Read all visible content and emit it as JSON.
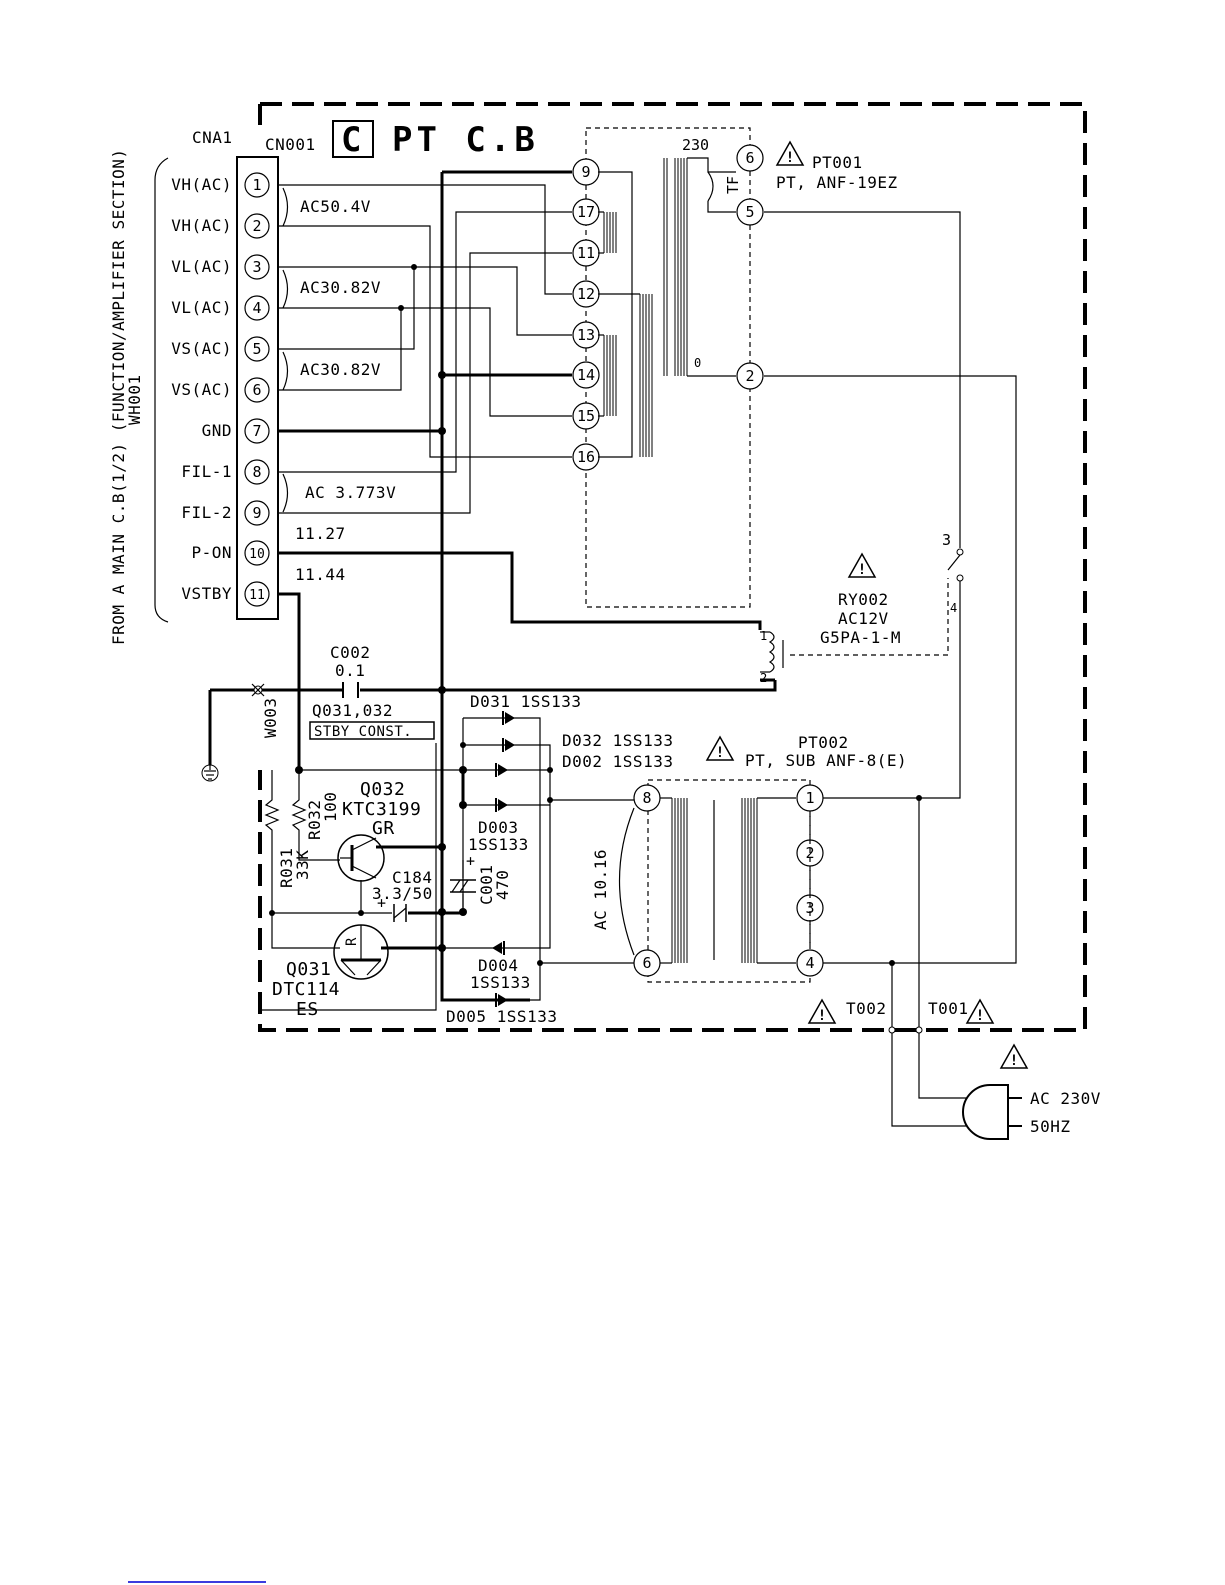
{
  "board": {
    "letter": "C",
    "title": "PT C.B",
    "connector": "CN001"
  },
  "source": {
    "text": "FROM A MAIN C.B(1/2) (FUNCTION/AMPLIFIER SECTION)",
    "wire": "WH001"
  },
  "cna1": {
    "name": "CNA1",
    "pins": [
      {
        "num": "1",
        "label": "VH(AC)"
      },
      {
        "num": "2",
        "label": "VH(AC)"
      },
      {
        "num": "3",
        "label": "VL(AC)"
      },
      {
        "num": "4",
        "label": "VL(AC)"
      },
      {
        "num": "5",
        "label": "VS(AC)"
      },
      {
        "num": "6",
        "label": "VS(AC)"
      },
      {
        "num": "7",
        "label": "GND"
      },
      {
        "num": "8",
        "label": "FIL-1"
      },
      {
        "num": "9",
        "label": "FIL-2"
      },
      {
        "num": "10",
        "label": "P-ON"
      },
      {
        "num": "11",
        "label": "VSTBY"
      }
    ]
  },
  "voltages": {
    "v1": "AC50.4V",
    "v2": "AC30.82V",
    "v3": "AC30.82V",
    "v4": "AC 3.773V",
    "pon": "11.27",
    "vstby": "11.44",
    "pt002": "AC 10.16"
  },
  "pt001": {
    "ref": "PT001",
    "part": "PT, ANF-19EZ",
    "tf": "TF",
    "tap_230": "230",
    "tap_0": "0",
    "primary_pins": [
      "6",
      "5",
      "2"
    ],
    "secondary_pins": [
      "9",
      "17",
      "11",
      "12",
      "13",
      "14",
      "15",
      "16"
    ]
  },
  "ry002": {
    "ref": "RY002",
    "rating": "AC12V",
    "part": "G5PA-1-M",
    "coil_1": "1",
    "coil_2": "2",
    "sw_3": "3",
    "sw_4": "4"
  },
  "c002": {
    "ref": "C002",
    "value": "0.1"
  },
  "stby": {
    "refs": "Q031,032",
    "label": "STBY CONST."
  },
  "w003": "W003",
  "diodes": {
    "d031": "D031 1SS133",
    "d032": "D032 1SS133",
    "d002": "D002 1SS133",
    "d003a": "D003",
    "d003b": "1SS133",
    "d004a": "D004",
    "d004b": "1SS133",
    "d005": "D005 1SS133"
  },
  "q032": {
    "ref": "Q032",
    "part": "KTC3199",
    "rank": "GR"
  },
  "q031": {
    "ref": "Q031",
    "part": "DTC114",
    "rank": "ES",
    "mark": "R"
  },
  "r031": {
    "ref": "R031",
    "value": "33K"
  },
  "r032": {
    "ref": "R032",
    "value": "100"
  },
  "c184": {
    "ref": "C184",
    "value": "3.3/50"
  },
  "c001": {
    "ref": "C001",
    "value": "470"
  },
  "pt002": {
    "ref": "PT002",
    "part": "PT, SUB ANF-8(E)",
    "pins": [
      "8",
      "6",
      "1",
      "2",
      "3",
      "4"
    ]
  },
  "terminals": {
    "t002": "T002",
    "t001": "T001"
  },
  "mains": {
    "line1": "AC 230V",
    "line2": "50HZ"
  },
  "warning_glyph": "!"
}
